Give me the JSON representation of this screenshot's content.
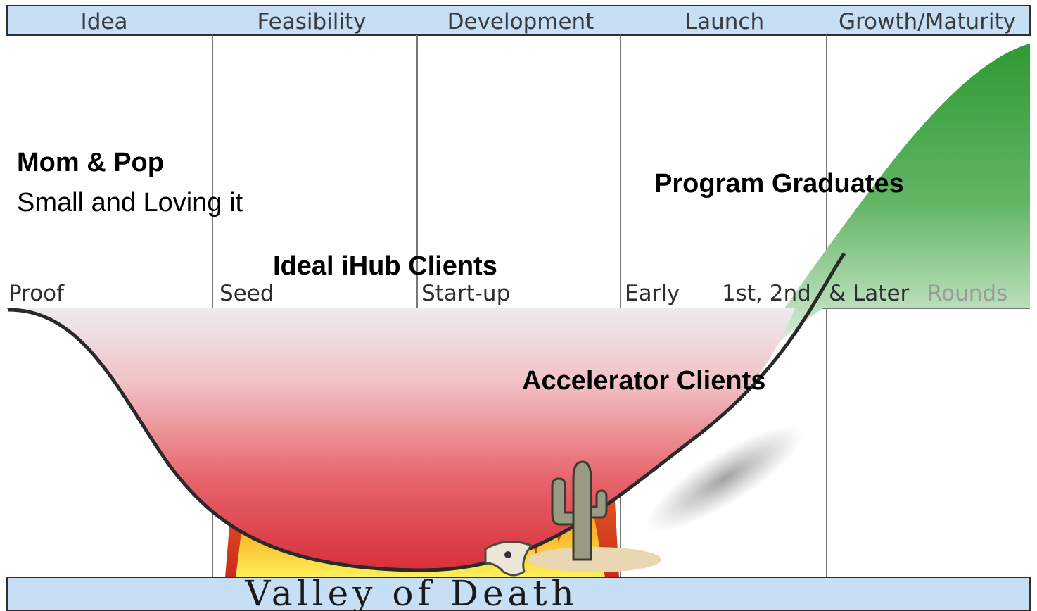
{
  "stages": [
    "Idea",
    "Feasibility",
    "Development",
    "Launch",
    "Growth/Maturity"
  ],
  "funding_rounds": [
    "Proof",
    "Seed",
    "Start-up",
    "Early"
  ],
  "later_rounds": {
    "part1": "1st, 2nd",
    "part2": "& Later",
    "part3": "Rounds"
  },
  "valley_label": "Valley of Death",
  "annotations": {
    "mom_pop_title": "Mom & Pop",
    "mom_pop_subtitle": "Small and Loving it",
    "program_graduates": "Program Graduates",
    "ideal_clients": "Ideal iHub Clients",
    "accelerator_clients": "Accelerator Clients"
  },
  "colors": {
    "band": "#c6dff4",
    "band_border": "#2f2f2f",
    "grid": "#777777",
    "valley_fill_top": "#e6e6e6",
    "valley_fill_bottom": "#e23c45",
    "growth_fill": "#3a9a3a",
    "flame_outer": "#e8502a",
    "flame_inner": "#ffd21c"
  }
}
